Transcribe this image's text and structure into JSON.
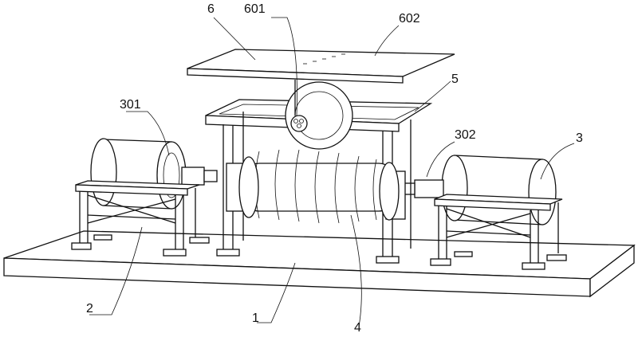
{
  "labels": {
    "l6": "6",
    "l601": "601",
    "l602": "602",
    "l5": "5",
    "l301": "301",
    "l302": "302",
    "l3": "3",
    "l2": "2",
    "l1": "1",
    "l4": "4"
  }
}
